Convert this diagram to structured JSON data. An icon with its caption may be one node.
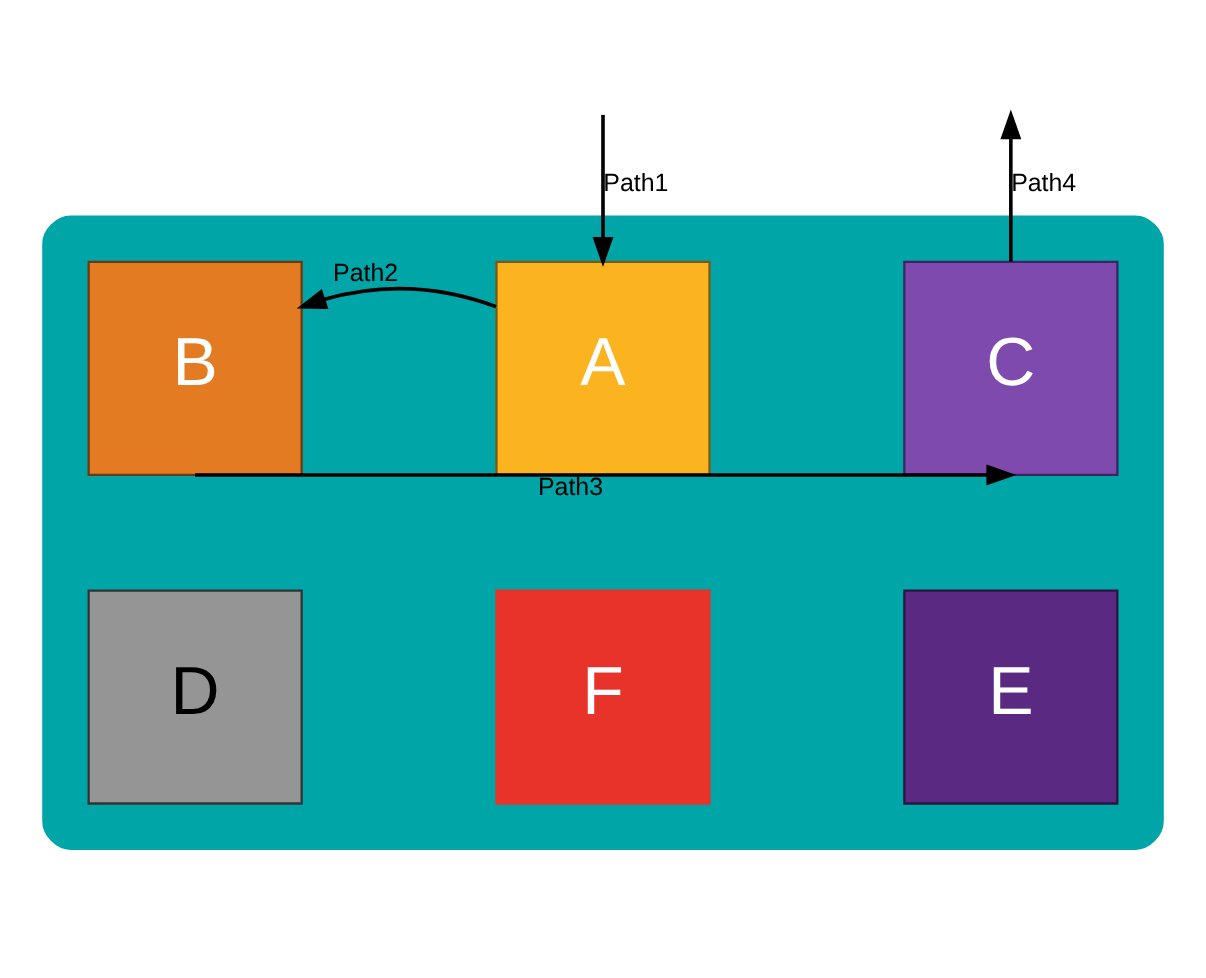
{
  "diagram": {
    "nodes": [
      {
        "text": [],
        "shape": "box"
      },
      {
        "text": [
          "B"
        ],
        "in": 0
      },
      {
        "text": [
          "A"
        ],
        "in": 0
      },
      {
        "text": [
          "C"
        ],
        "in": 0
      },
      {
        "text": [
          "D"
        ],
        "in": 0
      },
      {
        "text": [
          "F"
        ],
        "in": 0
      },
      {
        "text": [
          "E"
        ],
        "in": 0
      }
    ],
    "edges": [
      {
        "from": null,
        "to": 2,
        "arrow": "to",
        "label": "Path1"
      },
      {
        "from": 2,
        "to": 1,
        "arrow": "to",
        "label": "Path2"
      },
      {
        "from": 1,
        "to": 3,
        "arrow": "to",
        "label": "Path3"
      },
      {
        "from": 3,
        "to": null,
        "arrow": "to",
        "label": "Path4"
      }
    ]
  }
}
